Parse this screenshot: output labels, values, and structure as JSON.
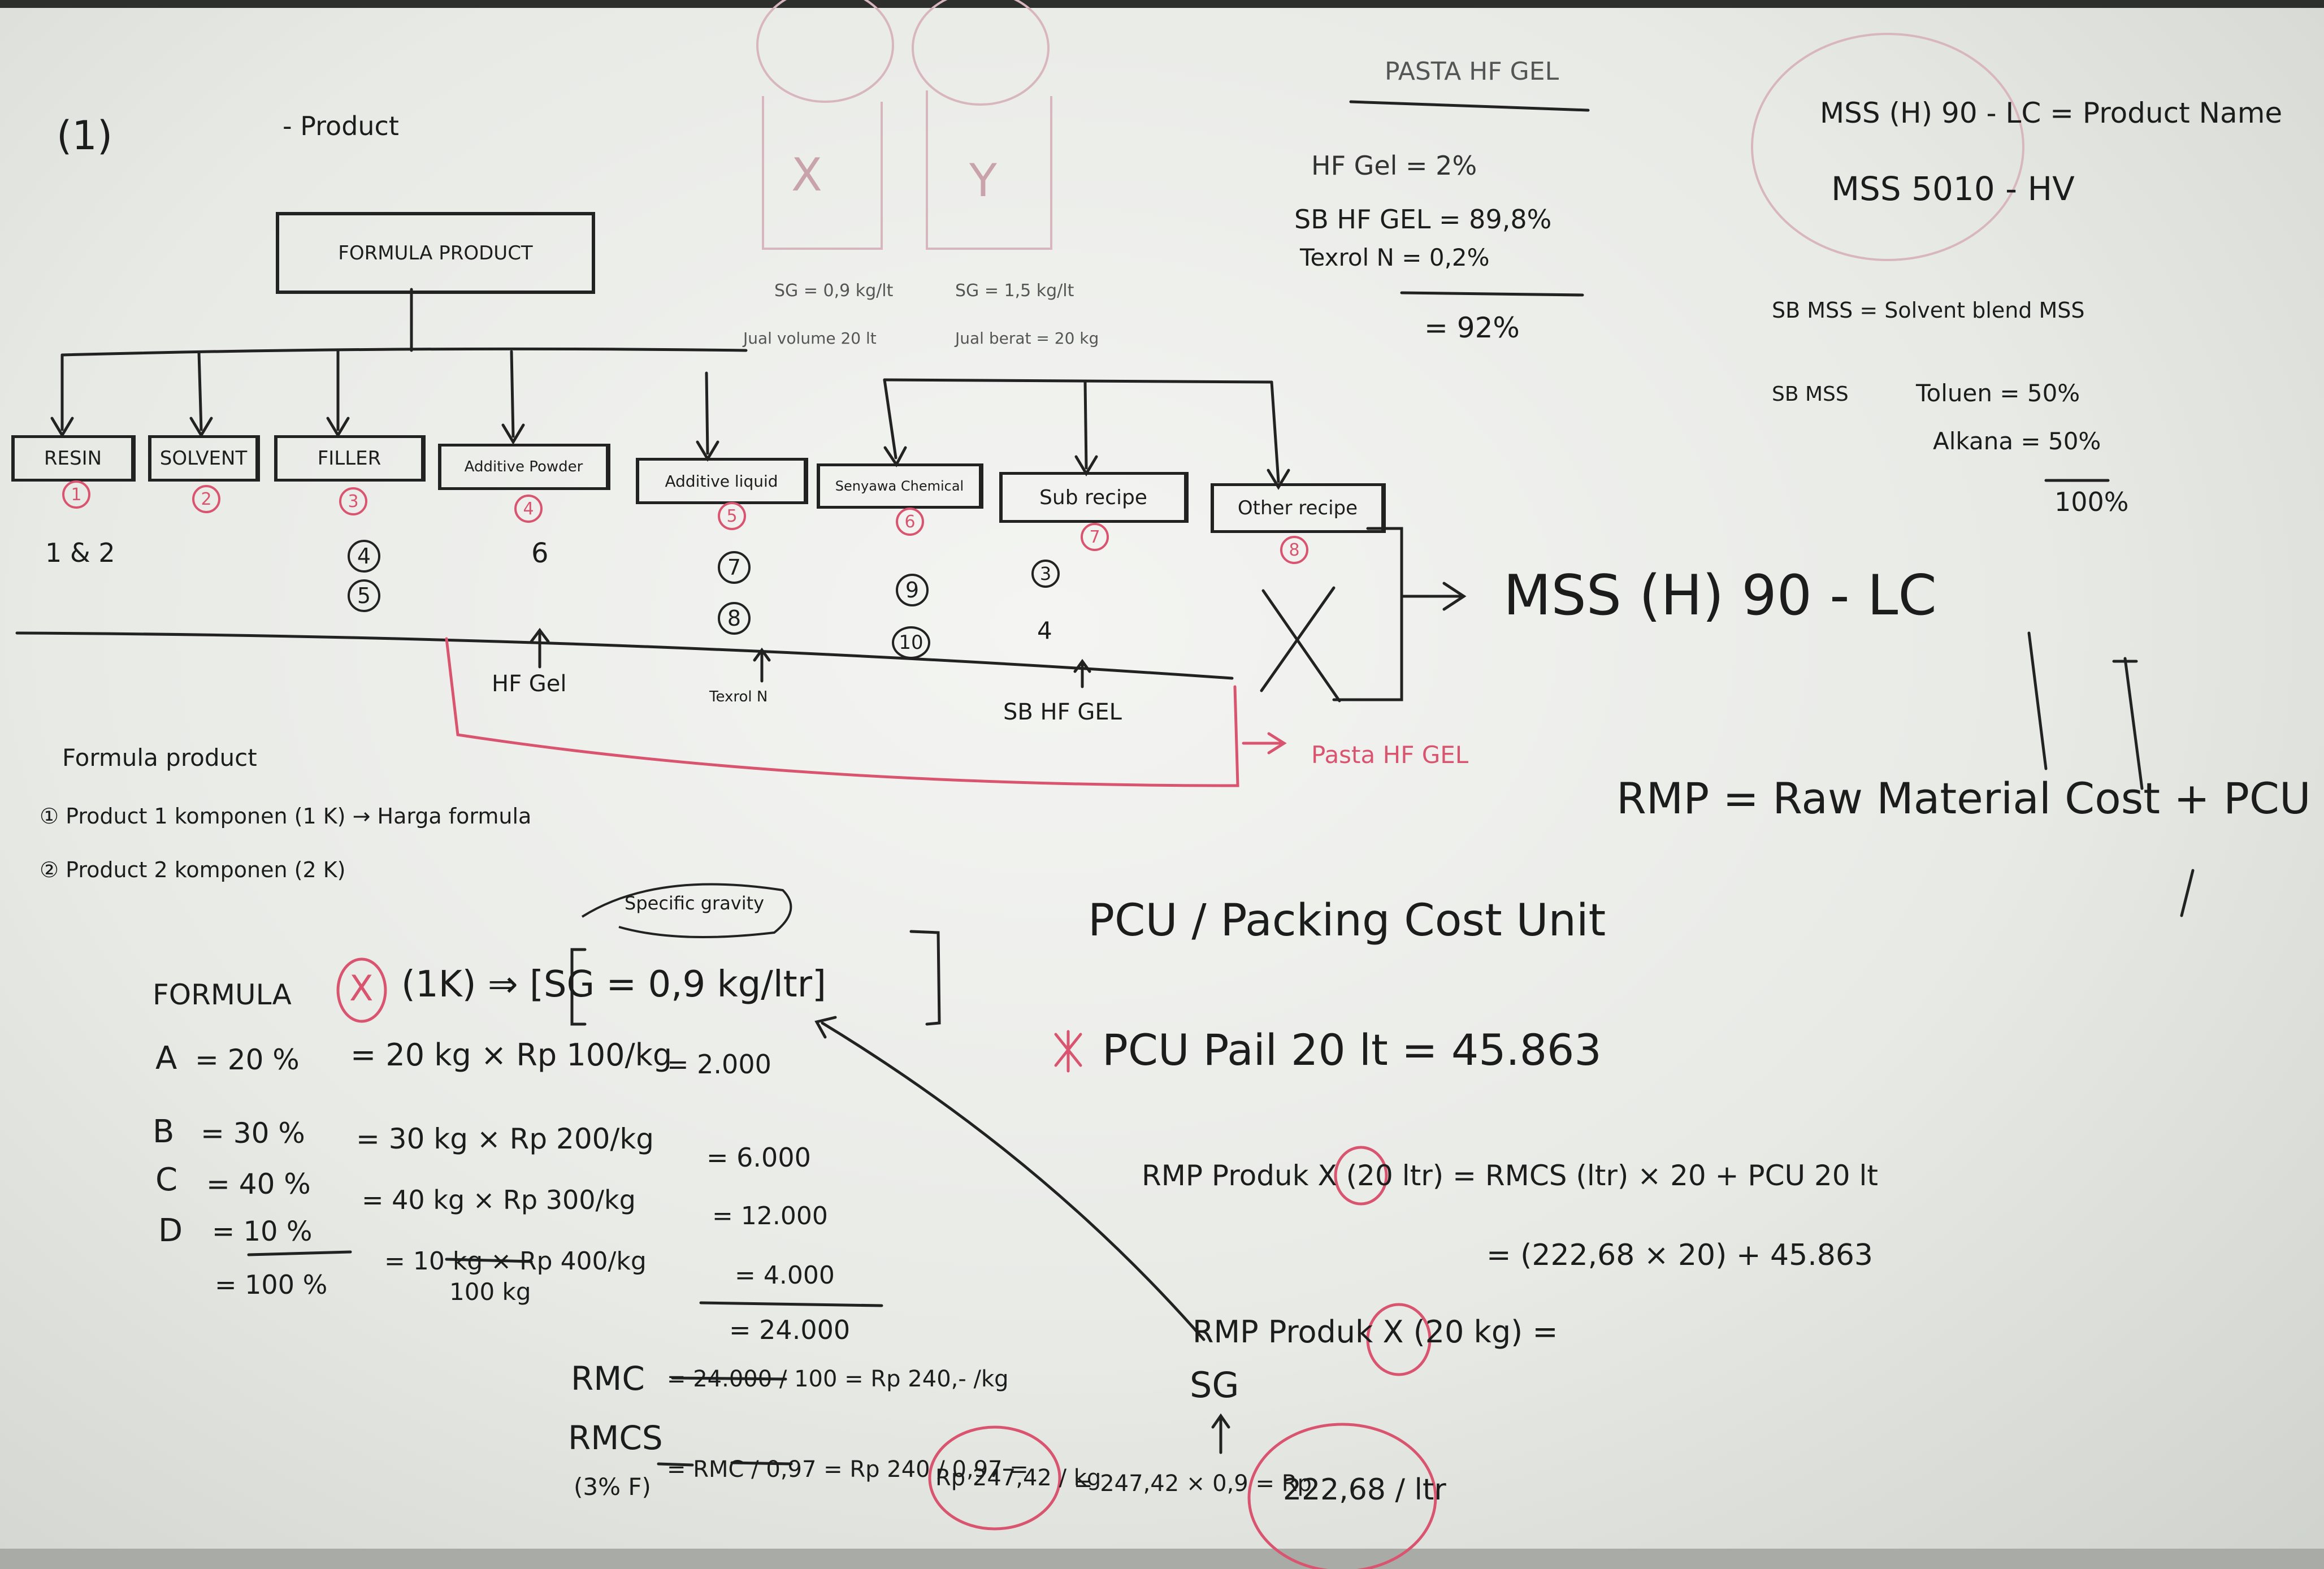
{
  "page_number": "(1)",
  "product_heading": "- Product",
  "formula_box": "FORMULA PRODUCT",
  "categories": [
    {
      "label": "RESIN",
      "num": "1"
    },
    {
      "label": "SOLVENT",
      "num": "2"
    },
    {
      "label": "FILLER",
      "num": "3"
    },
    {
      "label": "Additive Powder",
      "num": "4"
    },
    {
      "label": "Additive liquid",
      "num": "5"
    },
    {
      "label": "Senyawa Chemical",
      "num": "6"
    },
    {
      "label": "Sub recipe",
      "num": "7"
    },
    {
      "label": "Other recipe",
      "num": "8"
    }
  ],
  "sub_items": {
    "resin": "1 & 2",
    "filler": [
      "4",
      "5"
    ],
    "additive_powder": "6",
    "additive_liquid": [
      "7",
      "8"
    ],
    "senyawa": [
      "9",
      "10"
    ],
    "sub_recipe": [
      "3",
      "4"
    ]
  },
  "under_notes": {
    "hf_gel": "HF Gel",
    "texrol": "Texrol N",
    "sb_hf_gel": "SB HF GEL",
    "pasta_hf_gel": "Pasta HF GEL"
  },
  "product_result": "MSS (H) 90 - LC",
  "faded": {
    "x": "X",
    "y": "Y",
    "sg_x": "SG = 0,9 kg/lt",
    "sg_y": "SG = 1,5 kg/lt",
    "jual_x": "Jual volume 20 lt",
    "jual_y": "Jual berat = 20 kg"
  },
  "pasta": {
    "title": "PASTA HF GEL",
    "line1": "HF Gel = 2%",
    "line2": "SB HF GEL = 89,8%",
    "line3": "Texrol N = 0,2%",
    "total": "= 92%"
  },
  "names": {
    "line1": "MSS (H) 90 - LC = Product Name",
    "line2": "MSS 5010 - HV",
    "sb_def": "SB MSS = Solvent blend MSS",
    "sb_label": "SB MSS",
    "toluen": "Toluen = 50%",
    "alkana": "Alkana = 50%",
    "total": "100%"
  },
  "rmp_def": "RMP = Raw Material Cost + PCU",
  "formula_notes": {
    "title": "Formula product",
    "item1": "① Product 1 komponen (1 K) → Harga formula",
    "item2": "② Product 2 komponen (2 K)"
  },
  "specific_gravity": "Specific gravity",
  "calc": {
    "heading_left": "FORMULA",
    "heading_x": "X",
    "heading_right": "(1K) ⇒ [SG = 0,9 kg/ltr]",
    "rows": [
      {
        "label": "A",
        "pct": "= 20 %",
        "expr": "= 20 kg × Rp 100/kg",
        "result": "= 2.000"
      },
      {
        "label": "B",
        "pct": "= 30 %",
        "expr": "= 30 kg × Rp 200/kg",
        "result": "= 6.000"
      },
      {
        "label": "C",
        "pct": "= 40 %",
        "expr": "= 40 kg × Rp 300/kg",
        "result": "= 12.000"
      },
      {
        "label": "D",
        "pct": "= 10 %",
        "expr": "= 10 kg × Rp 400/kg",
        "result": "= 4.000"
      }
    ],
    "total_pct": "= 100 %",
    "total_kg": "100 kg",
    "total_value": "= 24.000"
  },
  "rmc": {
    "label": "RMC",
    "expr": "= 24.000 / 100 = Rp 240,- /kg",
    "rmcs_label": "RMCS",
    "rmcs_note": "(3% F)",
    "rmcs_expr": "= RMC / 0,97 = Rp 240 / 0,97 =",
    "rmcs_result": "Rp 247,42 / kg",
    "sg_expr": "= 247,42 × 0,9 = Rp",
    "sg_result": "222,68 / ltr",
    "sg_label": "SG"
  },
  "pcu": {
    "title": "PCU / Packing Cost Unit",
    "star": "*",
    "line": "PCU Pail 20 lt = 45.863",
    "rmp_line": "RMP Produk X (20 ltr) = RMCS (ltr) × 20 + PCU 20 lt",
    "calc_line": "= (222,68 × 20) + 45.863",
    "last_line": "RMP Produk X (20 kg) ="
  },
  "colors": {
    "ink": "#1c1c1c",
    "red": "#d9546f",
    "faint": "#c9a3ab"
  }
}
